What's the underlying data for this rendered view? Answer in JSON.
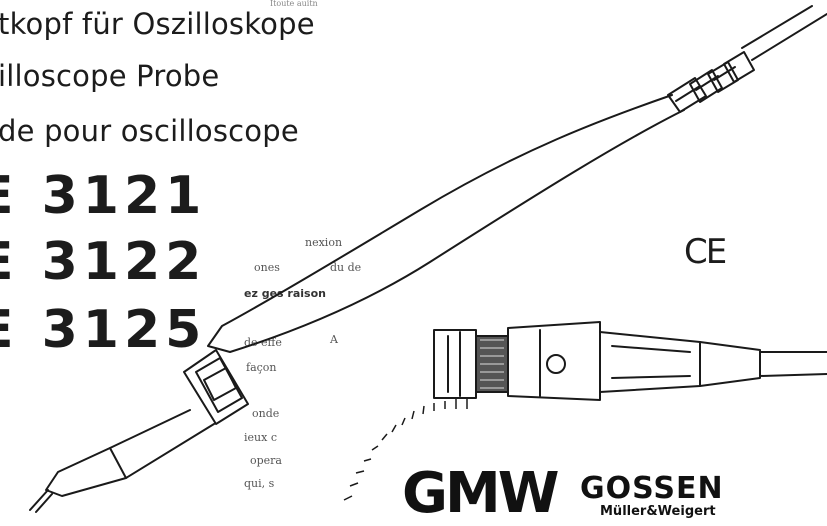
{
  "titles": {
    "german": "tkopf für Oszilloskope",
    "english": "illoscope Probe",
    "french": "de pour oscilloscope"
  },
  "models": [
    "E 3121",
    "E 3122",
    "E 3125"
  ],
  "text_fragments": {
    "top": "Itoute auitn",
    "r1": "nexion",
    "r2a": "ones",
    "r2b": "du de",
    "r3": "ez ges raison",
    "r4a": "de effe",
    "r4b": "A",
    "r5": "façon",
    "r6": "onde",
    "r7": "ieux c",
    "r8": "opera",
    "r9": "qui, s"
  },
  "marks": {
    "ce": "CE"
  },
  "brand": {
    "logo": "GMW",
    "name": "GOSSEN",
    "subname": "Müller&Weigert"
  }
}
